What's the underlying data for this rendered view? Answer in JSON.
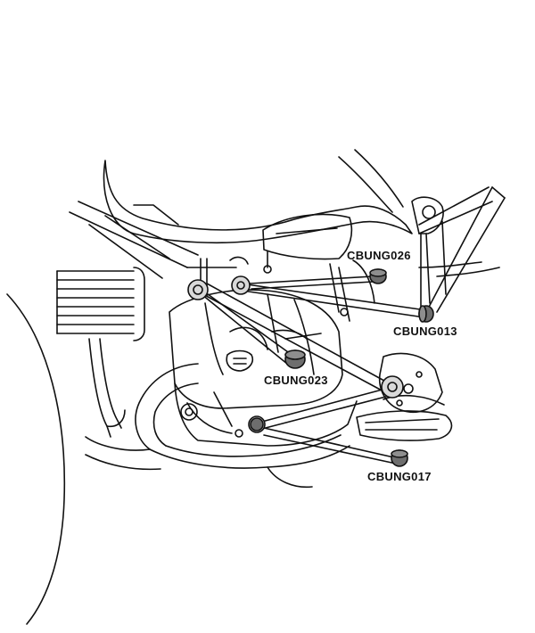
{
  "parts": [
    {
      "code": "CBUNG026"
    },
    {
      "code": "CBUNG013"
    },
    {
      "code": "CBUNG023"
    },
    {
      "code": "CBUNG017"
    }
  ],
  "colors": {
    "line": "#111111",
    "bung": "#6e6e6e",
    "highlight": "#d9d9d9",
    "background": "#ffffff"
  }
}
